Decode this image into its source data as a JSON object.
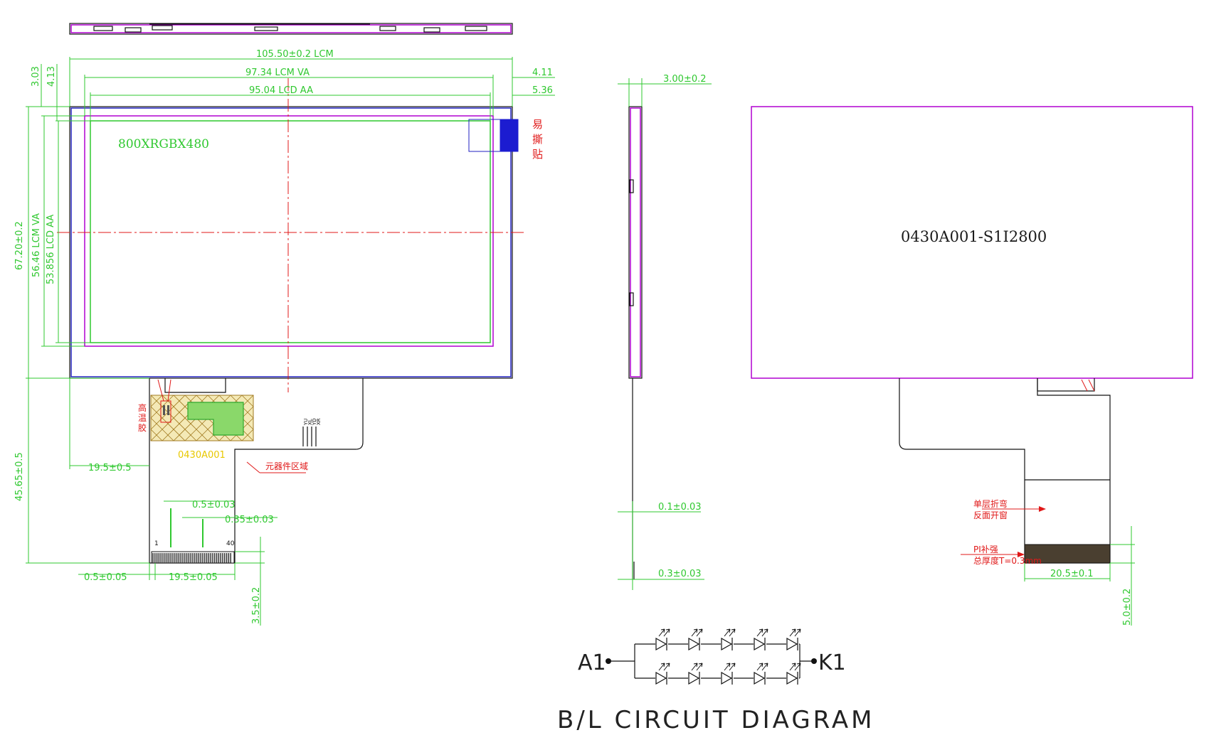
{
  "labels": {
    "dim_width_lcm": "105.50±0.2  LCM",
    "dim_width_va": "97.34  LCM  VA",
    "dim_width_aa": "95.04  LCD AA",
    "dim_right_1": "4.11",
    "dim_right_2": "5.36",
    "dim_top_1": "3.03",
    "dim_top_2": "4.13",
    "dim_height_lcm": "67.20±0.2",
    "dim_height_va": "56.46  LCM  VA",
    "dim_height_aa": "53.856  LCD AA",
    "dim_fpc_length": "45.65±0.5",
    "dim_fpc_offset": "19.5±0.5",
    "dim_pitch": "0.5±0.03",
    "dim_pin_width": "0.35±0.03",
    "dim_pin_start": "0.5±0.05",
    "dim_pin_span": "19.5±0.05",
    "dim_tail": "3.5±0.2",
    "resolution": "800XRGBX480",
    "peel_label": [
      "易",
      "撕",
      "贴"
    ],
    "hot_glue": [
      "高",
      "温",
      "胶"
    ],
    "fpc_code": "0430A001",
    "component_area": "元器件区域",
    "pin_first": "1",
    "pin_last": "40",
    "touch_pins": [
      "YU",
      "XL",
      "YD",
      "XR"
    ],
    "side_thickness": "3.00±0.2",
    "side_fpc_thickness": "0.1±0.03",
    "side_stiffener": "0.3±0.03",
    "model": "0430A001-S1I2800",
    "bend_note": [
      "单层折弯",
      "反面开窗"
    ],
    "pi_note": [
      "PI补强",
      "总厚度T=0.3mm"
    ],
    "back_tail_width": "20.5±0.1",
    "back_tail_length": "5.0±0.2",
    "anode": "A1",
    "cathode": "K1",
    "circuit_title": "B/L  CIRCUIT  DIAGRAM"
  },
  "colors": {
    "dimension": "#2fc82f",
    "outline": "#111111",
    "panel": "#b000d0",
    "frame": "#2222c0",
    "note": "#e01818",
    "stiffener": "#4a3f30"
  }
}
